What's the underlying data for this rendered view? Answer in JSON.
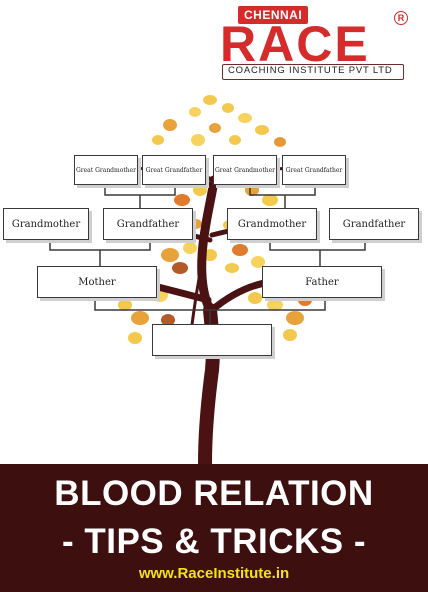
{
  "logo": {
    "badge": "CHENNAI",
    "name": "RACE",
    "registered": "R",
    "subtitle": "COACHING INSTITUTE PVT LTD"
  },
  "tree": {
    "great_grandparents": [
      "Great Grandmother",
      "Great Grandfather",
      "Great Grandmother",
      "Great Grandfather"
    ],
    "grandparents": [
      "Grandmother",
      "Grandfather",
      "Grandmother",
      "Grandfather"
    ],
    "parents": [
      "Mother",
      "Father"
    ],
    "self": ""
  },
  "banner": {
    "line1": "BLOOD RELATION",
    "line2": "- TIPS & TRICKS -",
    "url": "www.RaceInstitute.in"
  },
  "colors": {
    "brand_red": "#d52b2b",
    "banner_bg": "#3d0f0f",
    "url_yellow": "#f2e21a",
    "trunk": "#4a1212"
  }
}
